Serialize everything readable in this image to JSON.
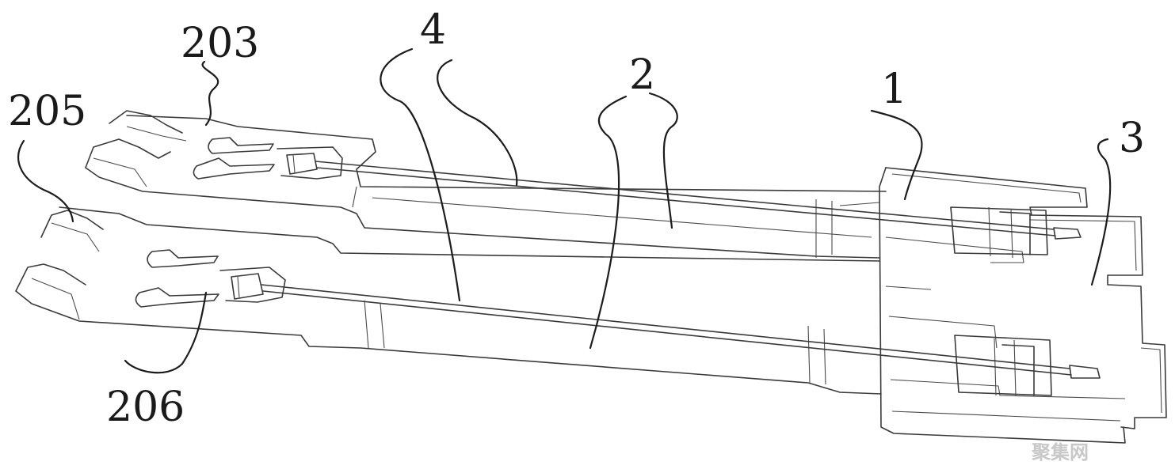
{
  "labels": {
    "l203": "203",
    "l4": "4",
    "l2": "2",
    "l1": "1",
    "l3": "3",
    "l205": "205",
    "l206": "206"
  },
  "watermark": "聚集网"
}
